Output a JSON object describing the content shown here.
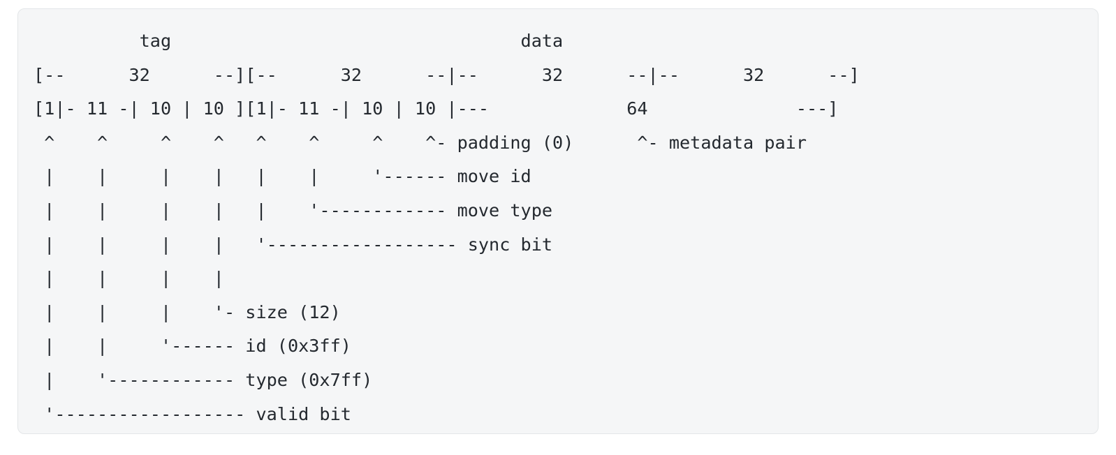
{
  "panel": {
    "background_color": "#f5f6f7",
    "border_color": "#e3e6e8",
    "text_color": "#24292f"
  },
  "diagram": {
    "kind": "ascii-bit-field-layout",
    "title_labels": [
      "tag",
      "data"
    ],
    "word_rulers": {
      "words": [
        "32",
        "32",
        "32",
        "32"
      ],
      "combined": [
        "64"
      ]
    },
    "fields": [
      {
        "label": "valid bit",
        "width_bits": 1
      },
      {
        "label": "type (0x7ff)",
        "width_bits": 11
      },
      {
        "label": "id (0x3ff)",
        "width_bits": 10
      },
      {
        "label": "size (12)",
        "width_bits": 10
      },
      {
        "label": "sync bit",
        "width_bits": 1
      },
      {
        "label": "move type",
        "width_bits": 11
      },
      {
        "label": "move id",
        "width_bits": 10
      },
      {
        "label": "padding (0)",
        "width_bits": 10
      },
      {
        "label": "metadata pair",
        "width_bits": 64
      }
    ],
    "lines": [
      "          tag                                 data",
      "[--      32      --][--      32      --|--      32      --|--      32      --]",
      "[1|- 11 -| 10 | 10 ][1|- 11 -| 10 | 10 |---             64              ---]",
      " ^    ^     ^    ^   ^    ^     ^    ^- padding (0)      ^- metadata pair",
      " |    |     |    |   |    |     '------ move id",
      " |    |     |    |   |    '------------ move type",
      " |    |     |    |   '------------------ sync bit",
      " |    |     |    |",
      " |    |     |    '- size (12)",
      " |    |     '------ id (0x3ff)",
      " |    '------------ type (0x7ff)",
      " '------------------ valid bit"
    ]
  }
}
